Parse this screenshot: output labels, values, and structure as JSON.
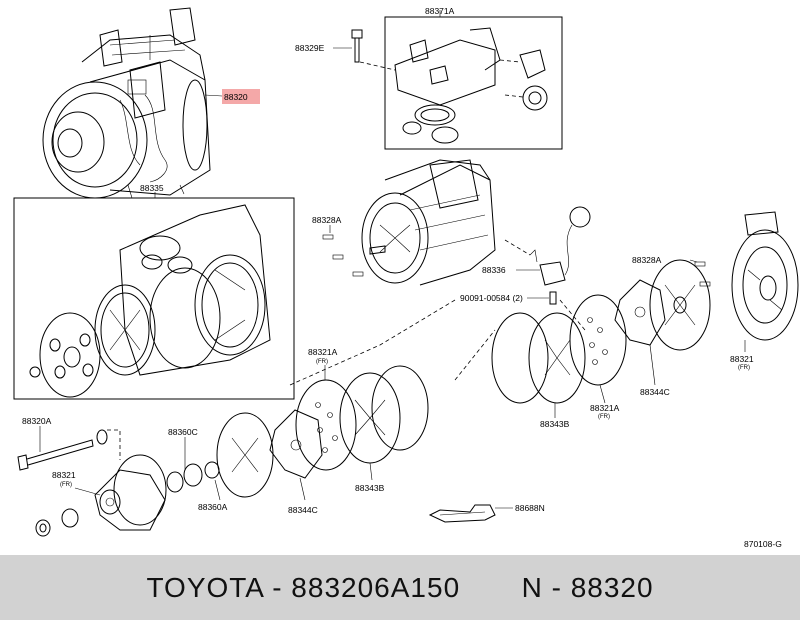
{
  "diagram": {
    "labels": {
      "l88320": "88320",
      "l88371A": "88371A",
      "l88329E": "88329E",
      "l88335": "88335",
      "l88328A_left": "88328A",
      "l88336": "88336",
      "l90091": "90091-00584 (2)",
      "l88328A_right": "88328A",
      "l88321_right": "88321",
      "l88321_right_fr": "(FR)",
      "l88321A_mid": "88321A",
      "l88321A_mid_fr": "(FR)",
      "l88344C_right": "88344C",
      "l88321A_right": "88321A",
      "l88321A_right_fr": "(FR)",
      "l88343B_right": "88343B",
      "l88320A": "88320A",
      "l88321_left": "88321",
      "l88321_left_fr": "(FR)",
      "l88360C": "88360C",
      "l88360A": "88360A",
      "l88344C_bottom": "88344C",
      "l88343B_bottom": "88343B",
      "l88688N": "88688N",
      "drawing_number": "870108-G"
    }
  },
  "footer": {
    "text": "TOYOTA - 883206A150       N - 88320"
  },
  "colors": {
    "highlight": "#f4a8a8",
    "footer_bg": "#d2d2d2"
  }
}
